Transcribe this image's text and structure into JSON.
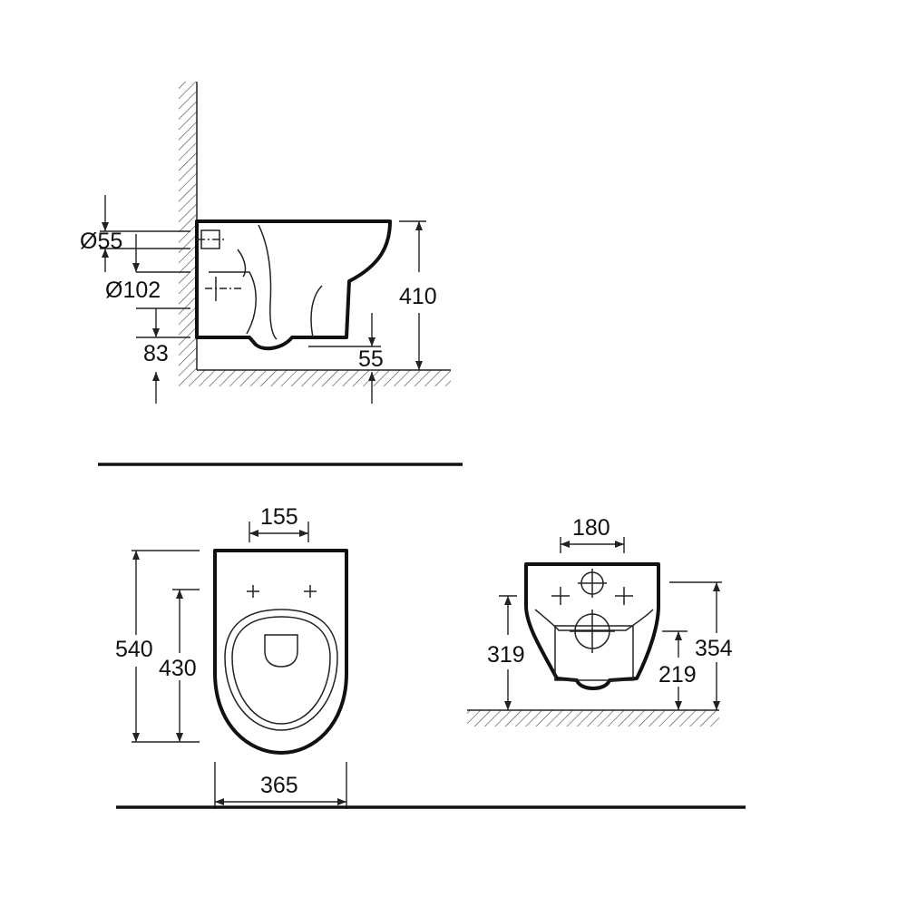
{
  "side_view": {
    "pipe_small_diameter": "Ø55",
    "pipe_large_diameter": "Ø102",
    "height_total": "410",
    "pipe_height": "83",
    "bottom_clearance": "55"
  },
  "top_view": {
    "fixing_spacing": "155",
    "depth_total": "540",
    "bowl_length": "430",
    "width": "365"
  },
  "rear_view": {
    "fixing_spacing": "180",
    "height_top": "354",
    "pipe_center_height": "319",
    "outlet_height": "219"
  }
}
